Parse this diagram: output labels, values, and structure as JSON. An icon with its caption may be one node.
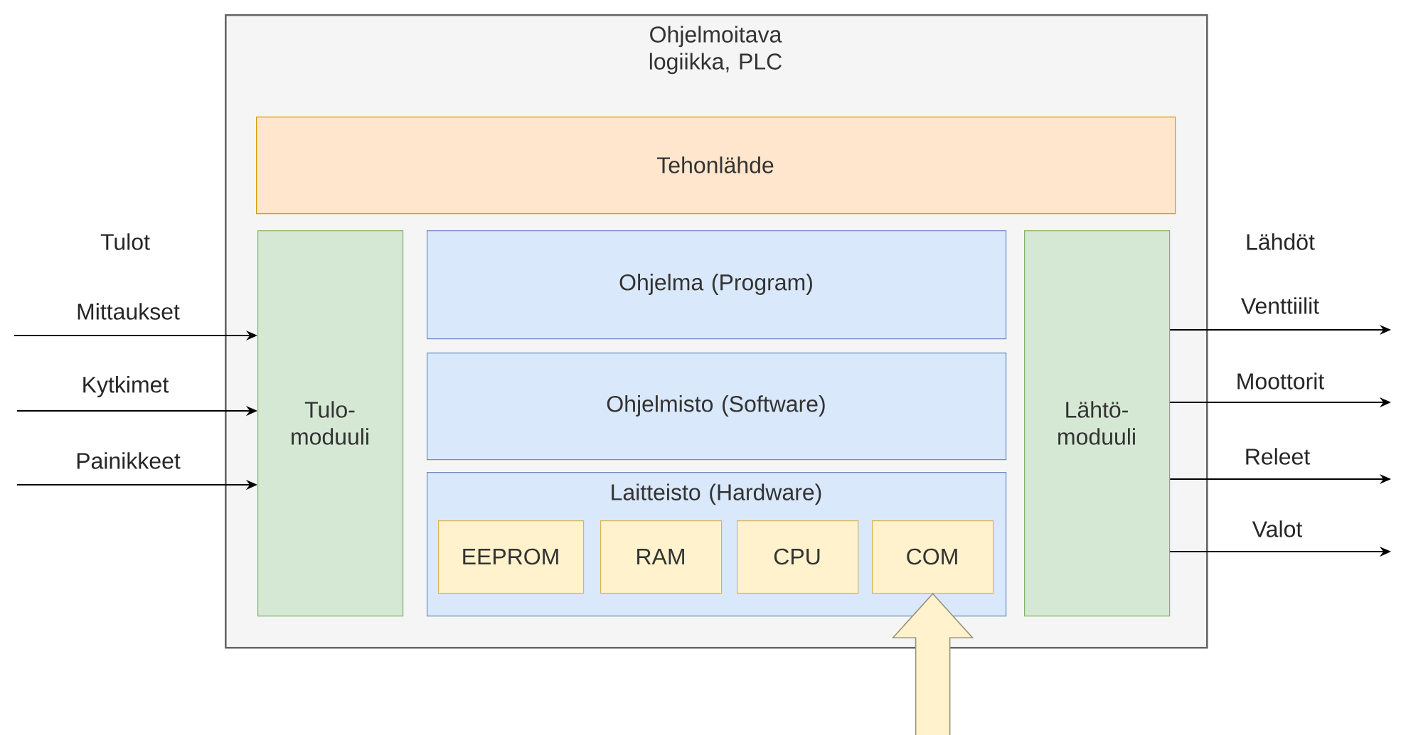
{
  "diagram": {
    "nodes": [
      {
        "text": [
          "Ohjelmoitava logiikka, PLC"
        ]
      },
      {
        "text": [
          "Tehonlähde"
        ],
        "in": 0
      },
      {
        "text": [
          "Tulo- moduuli"
        ],
        "in": 0
      },
      {
        "text": [
          "Ohjelma (Program)"
        ],
        "in": 0
      },
      {
        "text": [
          "Ohjelmisto (Software)"
        ],
        "in": 0
      },
      {
        "text": [
          "Laitteisto (Hardware)"
        ],
        "in": 0
      },
      {
        "text": [
          "EEPROM"
        ],
        "in": 5
      },
      {
        "text": [
          "RAM"
        ],
        "in": 5
      },
      {
        "text": [
          "CPU"
        ],
        "in": 5
      },
      {
        "text": [
          "COM"
        ],
        "in": 5
      },
      {
        "text": [
          "Lähtö- moduuli"
        ],
        "in": 0
      }
    ],
    "edges": [
      {
        "from": null,
        "to": 2,
        "arrow": "to",
        "label": "Mittaukset"
      },
      {
        "from": null,
        "to": 2,
        "arrow": "to",
        "label": "Kytkimet"
      },
      {
        "from": null,
        "to": 2,
        "arrow": "to",
        "label": "Painikkeet"
      },
      {
        "from": 10,
        "to": null,
        "arrow": "to",
        "label": "Venttiilit"
      },
      {
        "from": 10,
        "to": null,
        "arrow": "to",
        "label": "Moottorit"
      },
      {
        "from": 10,
        "to": null,
        "arrow": "to",
        "label": "Releet"
      },
      {
        "from": 10,
        "to": null,
        "arrow": "to",
        "label": "Valot"
      },
      {
        "from": null,
        "to": 9,
        "arrow": "to",
        "style": "thick",
        "color": "#fff2cc"
      }
    ],
    "labels": [
      "Tulot",
      "Lähdöt"
    ]
  }
}
